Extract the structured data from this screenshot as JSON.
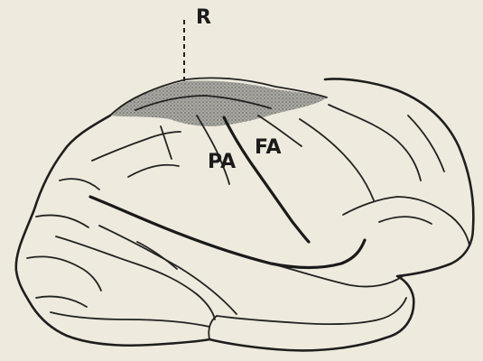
{
  "labels": {
    "r": "R",
    "pa": "PA",
    "fa": "FA"
  },
  "colors": {
    "paper": "#eeeadd",
    "ink": "#1e1e1e",
    "shading": "#8f8f8b"
  }
}
